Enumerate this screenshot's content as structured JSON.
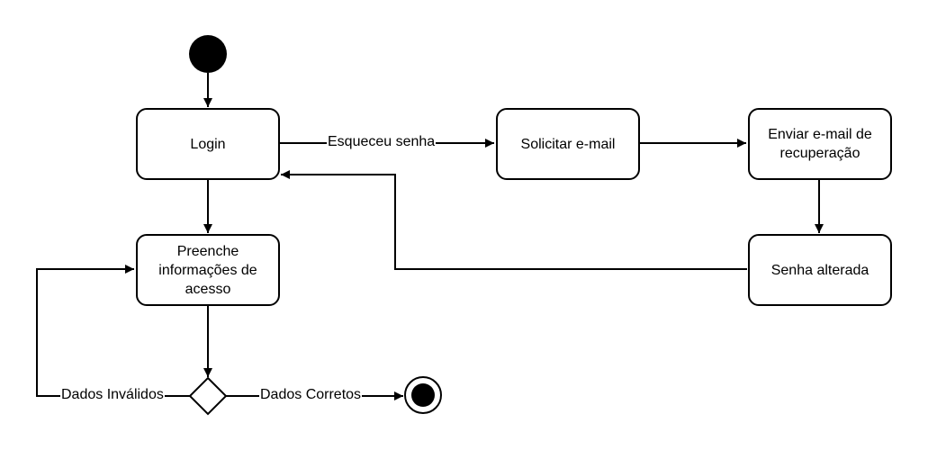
{
  "diagram": {
    "colors": {
      "stroke": "#000000",
      "fill": "#ffffff",
      "marker": "#000000"
    },
    "nodes": {
      "login": "Login",
      "preenche": "Preenche informações de acesso",
      "solicitar": "Solicitar e-mail",
      "enviar": "Enviar e-mail de recuperação",
      "senha_alterada": "Senha alterada"
    },
    "edges": {
      "esqueceu_senha": "Esqueceu senha",
      "dados_invalidos": "Dados Inválidos",
      "dados_corretos": "Dados Corretos"
    }
  }
}
